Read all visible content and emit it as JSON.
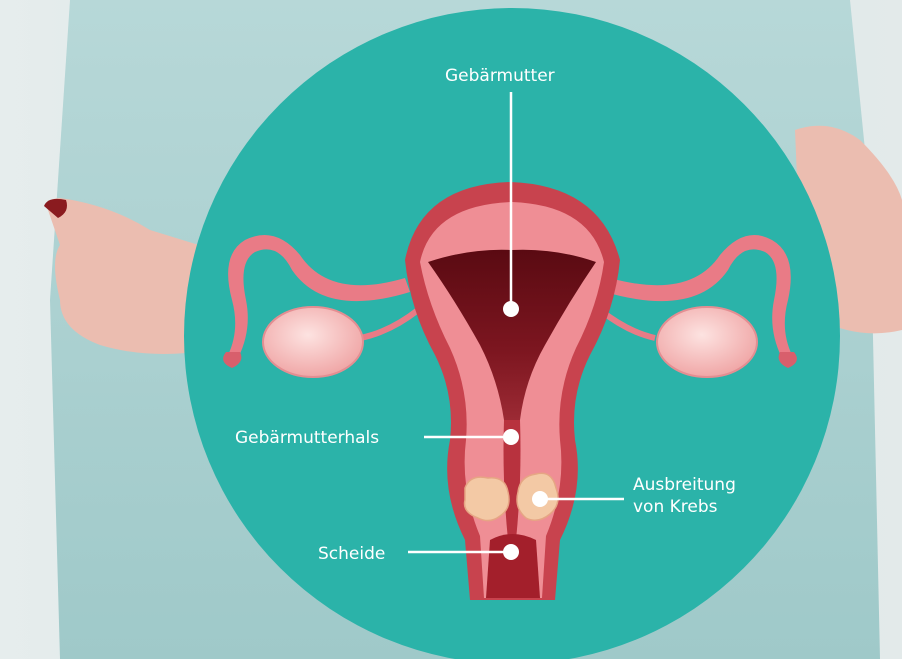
{
  "labels": {
    "uterus": "Gebärmutter",
    "cervix": "Gebärmutterhals",
    "cancer_line1": "Ausbreitung",
    "cancer_line2": "von Krebs",
    "vagina": "Scheide"
  },
  "colors": {
    "circle": "#2bb3a9",
    "sweater": "#a9cfcf",
    "skin": "#e9b8ab",
    "nail": "#8a1b1f",
    "tissue_light": "#ef8e95",
    "tissue_dark": "#c8434e",
    "cavity": "#6a0f16",
    "ovary": "#f4b6b4",
    "tumor": "#f3c9a5",
    "label_text": "#ffffff"
  }
}
